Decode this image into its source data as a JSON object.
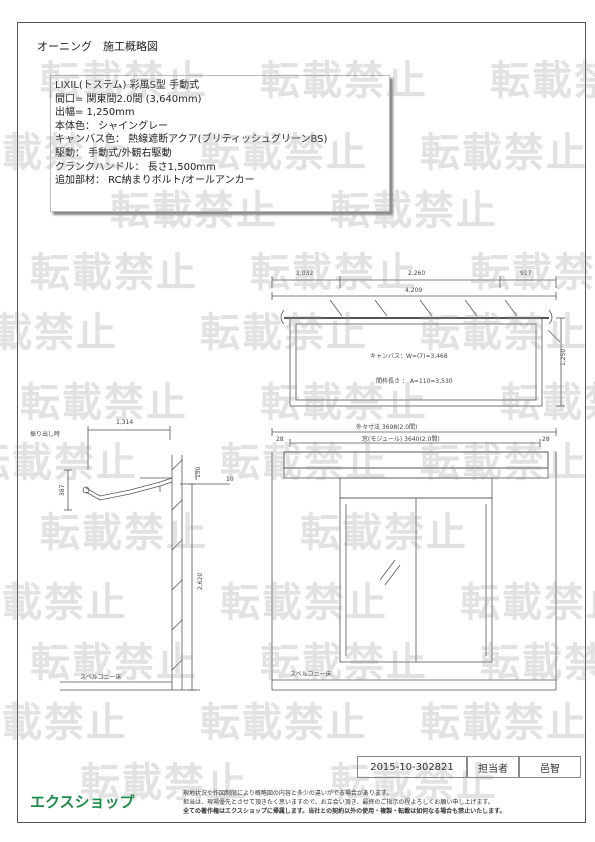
{
  "title": "オーニング　施工概略図",
  "spec": [
    "LIXIL(トステム) 彩風S型 手動式",
    "間口= 関東間2.0間 (3,640mm)",
    "出幅= 1,250mm",
    "本体色： シャイングレー",
    "キャンバス色： 熱線遮断アクア(ブリティッシュグリーンBS)",
    "駆動： 手動式/外観右駆動",
    "クランクハンドル： 長さ1,500mm",
    "追加部材： RC納まりボルト/オールアンカー"
  ],
  "watermark": "転載禁止",
  "top_view": {
    "dim_left": "1,032",
    "dim_mid": "2,260",
    "dim_right": "917",
    "dim_total": "4,209",
    "canvas_label": "キャンバス：W=(7)=3,468",
    "frame_label": "間枠長さ ： A=110=3,530",
    "dim_depth": "1,250"
  },
  "side_view": {
    "label": "振り出し時",
    "dim_top": "1,314",
    "dim_left": "387",
    "dim_right": "150",
    "dim_right2": "10",
    "dim_height": "2,620",
    "floor": "スペルコニー床"
  },
  "front_view": {
    "dim_outer": "外々寸法 3698(2.0間)",
    "dim_inner": "窓(モジュール) 3640(2.0間)",
    "dim_left": "28",
    "dim_right": "28",
    "floor": "スペルコニー床"
  },
  "footer": {
    "doc_no": "2015-10-302821",
    "staff_label": "担当者",
    "staff_name": "邑智",
    "logo": "エクスショップ",
    "notice_1": "現地状況や作図制限により概略図の内容と多少の違いがでる場合があります。",
    "notice_2": "担当は、現場優先とさせて頂きたく思いますので、お立会い頂き、最終のご指示の程よろしくお願い申し上げます。",
    "notice_3": "全ての著作権はエクスショップに帰属します。当社との契約以外の使用・複製・転載は如何なる場合も禁止いたします。"
  }
}
